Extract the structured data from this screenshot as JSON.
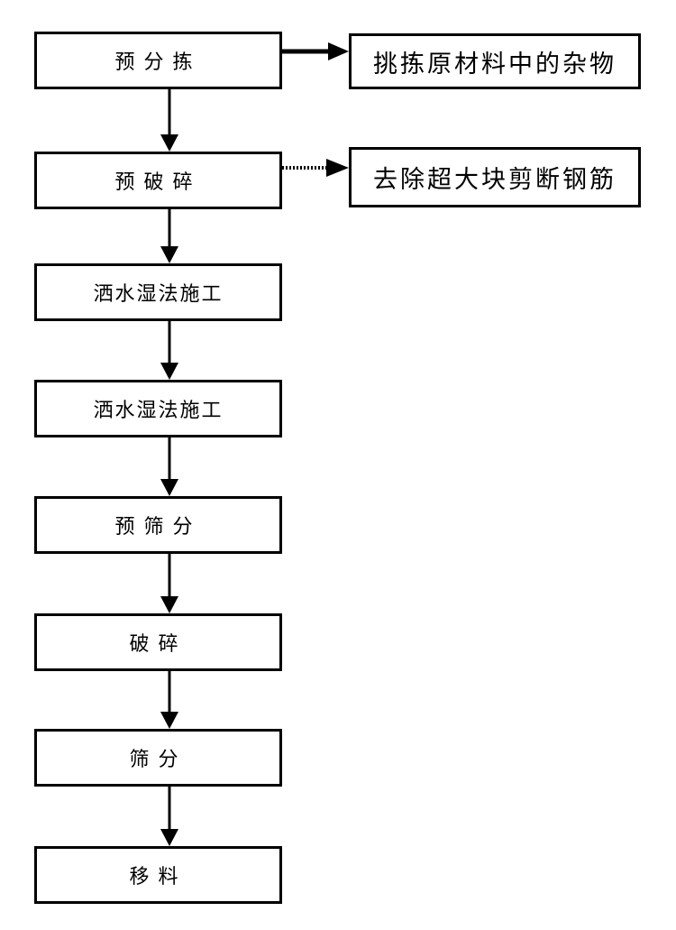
{
  "diagram": {
    "type": "flowchart",
    "direction": "top-to-bottom",
    "colors": {
      "background": "#ffffff",
      "box_border": "#000000",
      "text": "#000000",
      "arrow": "#000000"
    },
    "steps": [
      {
        "label": "预分拣"
      },
      {
        "label": "预破碎"
      },
      {
        "label": "洒水湿法施工"
      },
      {
        "label": "洒水湿法施工"
      },
      {
        "label": "预筛分"
      },
      {
        "label": "破碎"
      },
      {
        "label": "筛分"
      },
      {
        "label": "移料"
      }
    ],
    "notes": [
      {
        "label": "挑拣原材料中的杂物",
        "attached_to_step": "预分拣",
        "connector_style": "solid-arrow"
      },
      {
        "label": "去除超大块剪断钢筋",
        "attached_to_step": "预破碎",
        "connector_style": "dotted-arrow"
      }
    ]
  }
}
